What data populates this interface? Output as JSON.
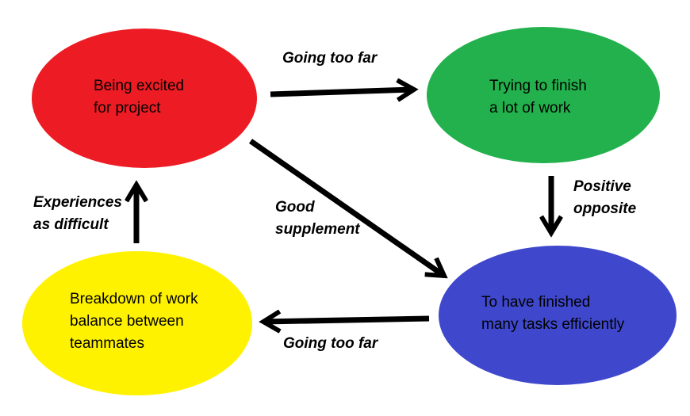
{
  "diagram": {
    "background_color": "#ffffff",
    "arrow_color": "#000000",
    "text_color": "#000000",
    "nodes": {
      "excited": {
        "label": "Being excited\nfor project",
        "color": "#ed1c24"
      },
      "trying": {
        "label": "Trying to finish\na lot of work",
        "color": "#22b14c"
      },
      "finished": {
        "label": "To have finished\nmany tasks efficiently",
        "color": "#3f48cc"
      },
      "breakdown": {
        "label": "Breakdown of work\nbalance between\nteammates",
        "color": "#fff200"
      }
    },
    "edges": {
      "excited_to_trying": {
        "label": "Going too far"
      },
      "trying_to_finished": {
        "label": "Positive\nopposite"
      },
      "excited_to_finished": {
        "label": "Good\nsupplement"
      },
      "finished_to_breakdown": {
        "label": "Going too far"
      },
      "breakdown_to_excited": {
        "label": "Experiences\nas difficult"
      }
    }
  }
}
